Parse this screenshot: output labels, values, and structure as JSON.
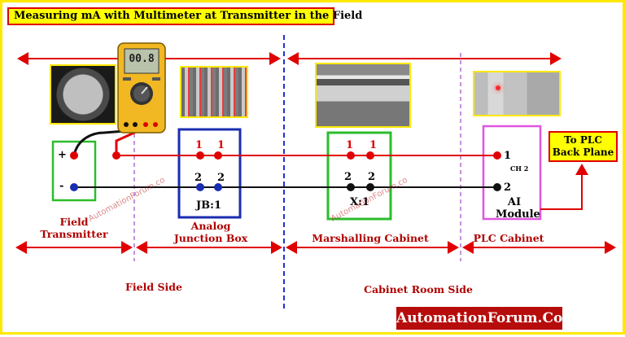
{
  "title": "Measuring mA with Multimeter at Transmitter in the Field",
  "meter_reading": "00.8",
  "transmitter": {
    "plus": "+",
    "minus": "-",
    "label": "Field\nTransmitter"
  },
  "junction_box": {
    "pin_top": "1",
    "pin_bottom": "2",
    "name": "JB:1",
    "label": "Analog\nJunction Box"
  },
  "marshalling": {
    "pin_top": "1",
    "pin_bottom": "2",
    "name": "X:1",
    "label": "Marshalling Cabinet"
  },
  "ai_module": {
    "pin_top": "1",
    "channel": "CH 2",
    "pin_bottom": "2",
    "name": "AI\nModule"
  },
  "plc_output": "To PLC\nBack Plane",
  "plc_cabinet_label": "PLC Cabinet",
  "field_side_label": "Field Side",
  "cabinet_room_label": "Cabinet Room Side",
  "watermark": "AutomationForum.co",
  "brand": "AutomationForum.Co",
  "colors": {
    "loop_positive": "#e00000",
    "loop_negative": "#000000",
    "transmitter_box": "#2bbd2b",
    "jb_box": "#1a2db0",
    "marshalling_box": "#2bbd2b",
    "ai_box": "#e055e0",
    "divider": "#2233cc",
    "arrow": "#e00000"
  },
  "icons": [
    "multimeter-icon",
    "transmitter-photo",
    "junction-box-photo",
    "marshalling-photo",
    "plc-photo"
  ]
}
